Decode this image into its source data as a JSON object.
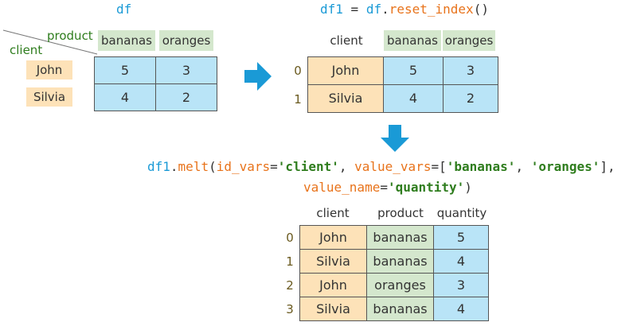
{
  "df_title": "df",
  "df1_title": {
    "var": "df1",
    "eq": " = ",
    "obj": "df",
    "dot": ".",
    "method": "reset_index",
    "parens": "()"
  },
  "df": {
    "columns_label": "product",
    "index_label": "client",
    "columns": [
      "bananas",
      "oranges"
    ],
    "rows": [
      {
        "client": "John",
        "values": [
          "5",
          "3"
        ]
      },
      {
        "client": "Silvia",
        "values": [
          "4",
          "2"
        ]
      }
    ]
  },
  "df1": {
    "index_header": "client",
    "columns": [
      "bananas",
      "oranges"
    ],
    "index": [
      "0",
      "1"
    ],
    "rows": [
      {
        "client": "John",
        "values": [
          "5",
          "3"
        ]
      },
      {
        "client": "Silvia",
        "values": [
          "4",
          "2"
        ]
      }
    ]
  },
  "melt_code": {
    "line1": {
      "obj": "df1",
      "dot": ".",
      "method": "melt",
      "open": "(",
      "arg1_name": "id_vars",
      "eq1": "=",
      "arg1_val": "'client'",
      "sep1": ", ",
      "arg2_name": "value_vars",
      "eq2": "=",
      "open_b": "[",
      "arg2_val1": "'bananas'",
      "sep2": ", ",
      "arg2_val2": "'oranges'",
      "close_b": "],"
    },
    "line2": {
      "arg3_name": "value_name",
      "eq3": "=",
      "arg3_val": "'quantity'",
      "close": ")"
    }
  },
  "melted": {
    "headers": [
      "client",
      "product",
      "quantity"
    ],
    "index": [
      "0",
      "1",
      "2",
      "3"
    ],
    "rows": [
      {
        "client": "John",
        "product": "bananas",
        "quantity": "5"
      },
      {
        "client": "Silvia",
        "product": "bananas",
        "quantity": "4"
      },
      {
        "client": "John",
        "product": "oranges",
        "quantity": "3"
      },
      {
        "client": "Silvia",
        "product": "bananas",
        "quantity": "4"
      }
    ]
  },
  "colors": {
    "blue_cell": "#b9e4f7",
    "peach_cell": "#fde2b8",
    "green_cell": "#d4e7cd",
    "arrow": "#1a9ad6"
  }
}
